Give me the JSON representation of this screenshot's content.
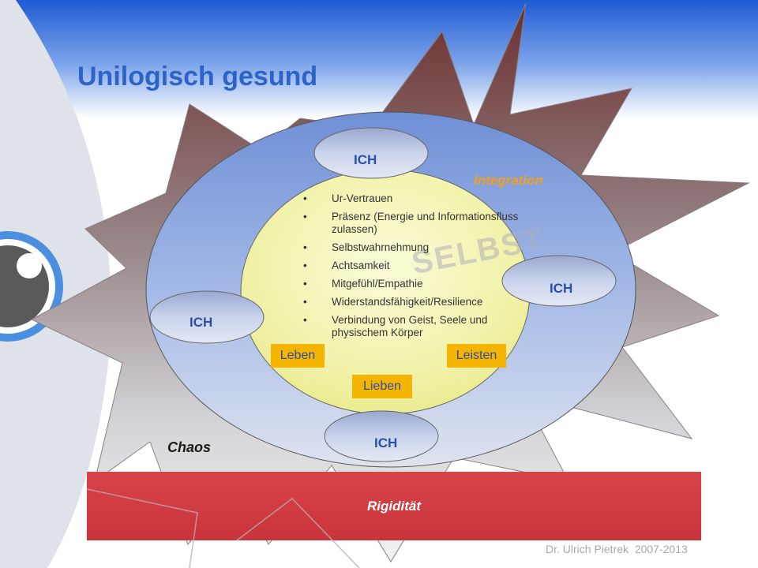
{
  "title": "Unilogisch gesund",
  "labels": {
    "ich_top": "ICH",
    "ich_right": "ICH",
    "ich_left": "ICH",
    "ich_bottom": "ICH",
    "integration": "Integration",
    "selbst": "SELBST",
    "chaos": "Chaos",
    "rigiditaet": "Rigidität"
  },
  "qualities": [
    "Ur-Vertrauen",
    "Präsenz (Energie und Informationsfluss zulassen)",
    "Selbstwahrnehmung",
    "Achtsamkeit",
    "Mitgefühl/Empathie",
    "Widerstandsfähigkeit/Resilience",
    "Verbindung von Geist, Seele und physischem Körper"
  ],
  "chips": {
    "leben": "Leben",
    "leisten": "Leisten",
    "lieben": "Lieben"
  },
  "footer": {
    "author": "Dr. Ulrich Pietrek",
    "years": "2007-2013"
  },
  "colors": {
    "title": "#2d63c8",
    "accent": "#f5b400",
    "rigidity": "#d2393e",
    "integration": "#f0a020",
    "star_dark": "#6e4444"
  }
}
